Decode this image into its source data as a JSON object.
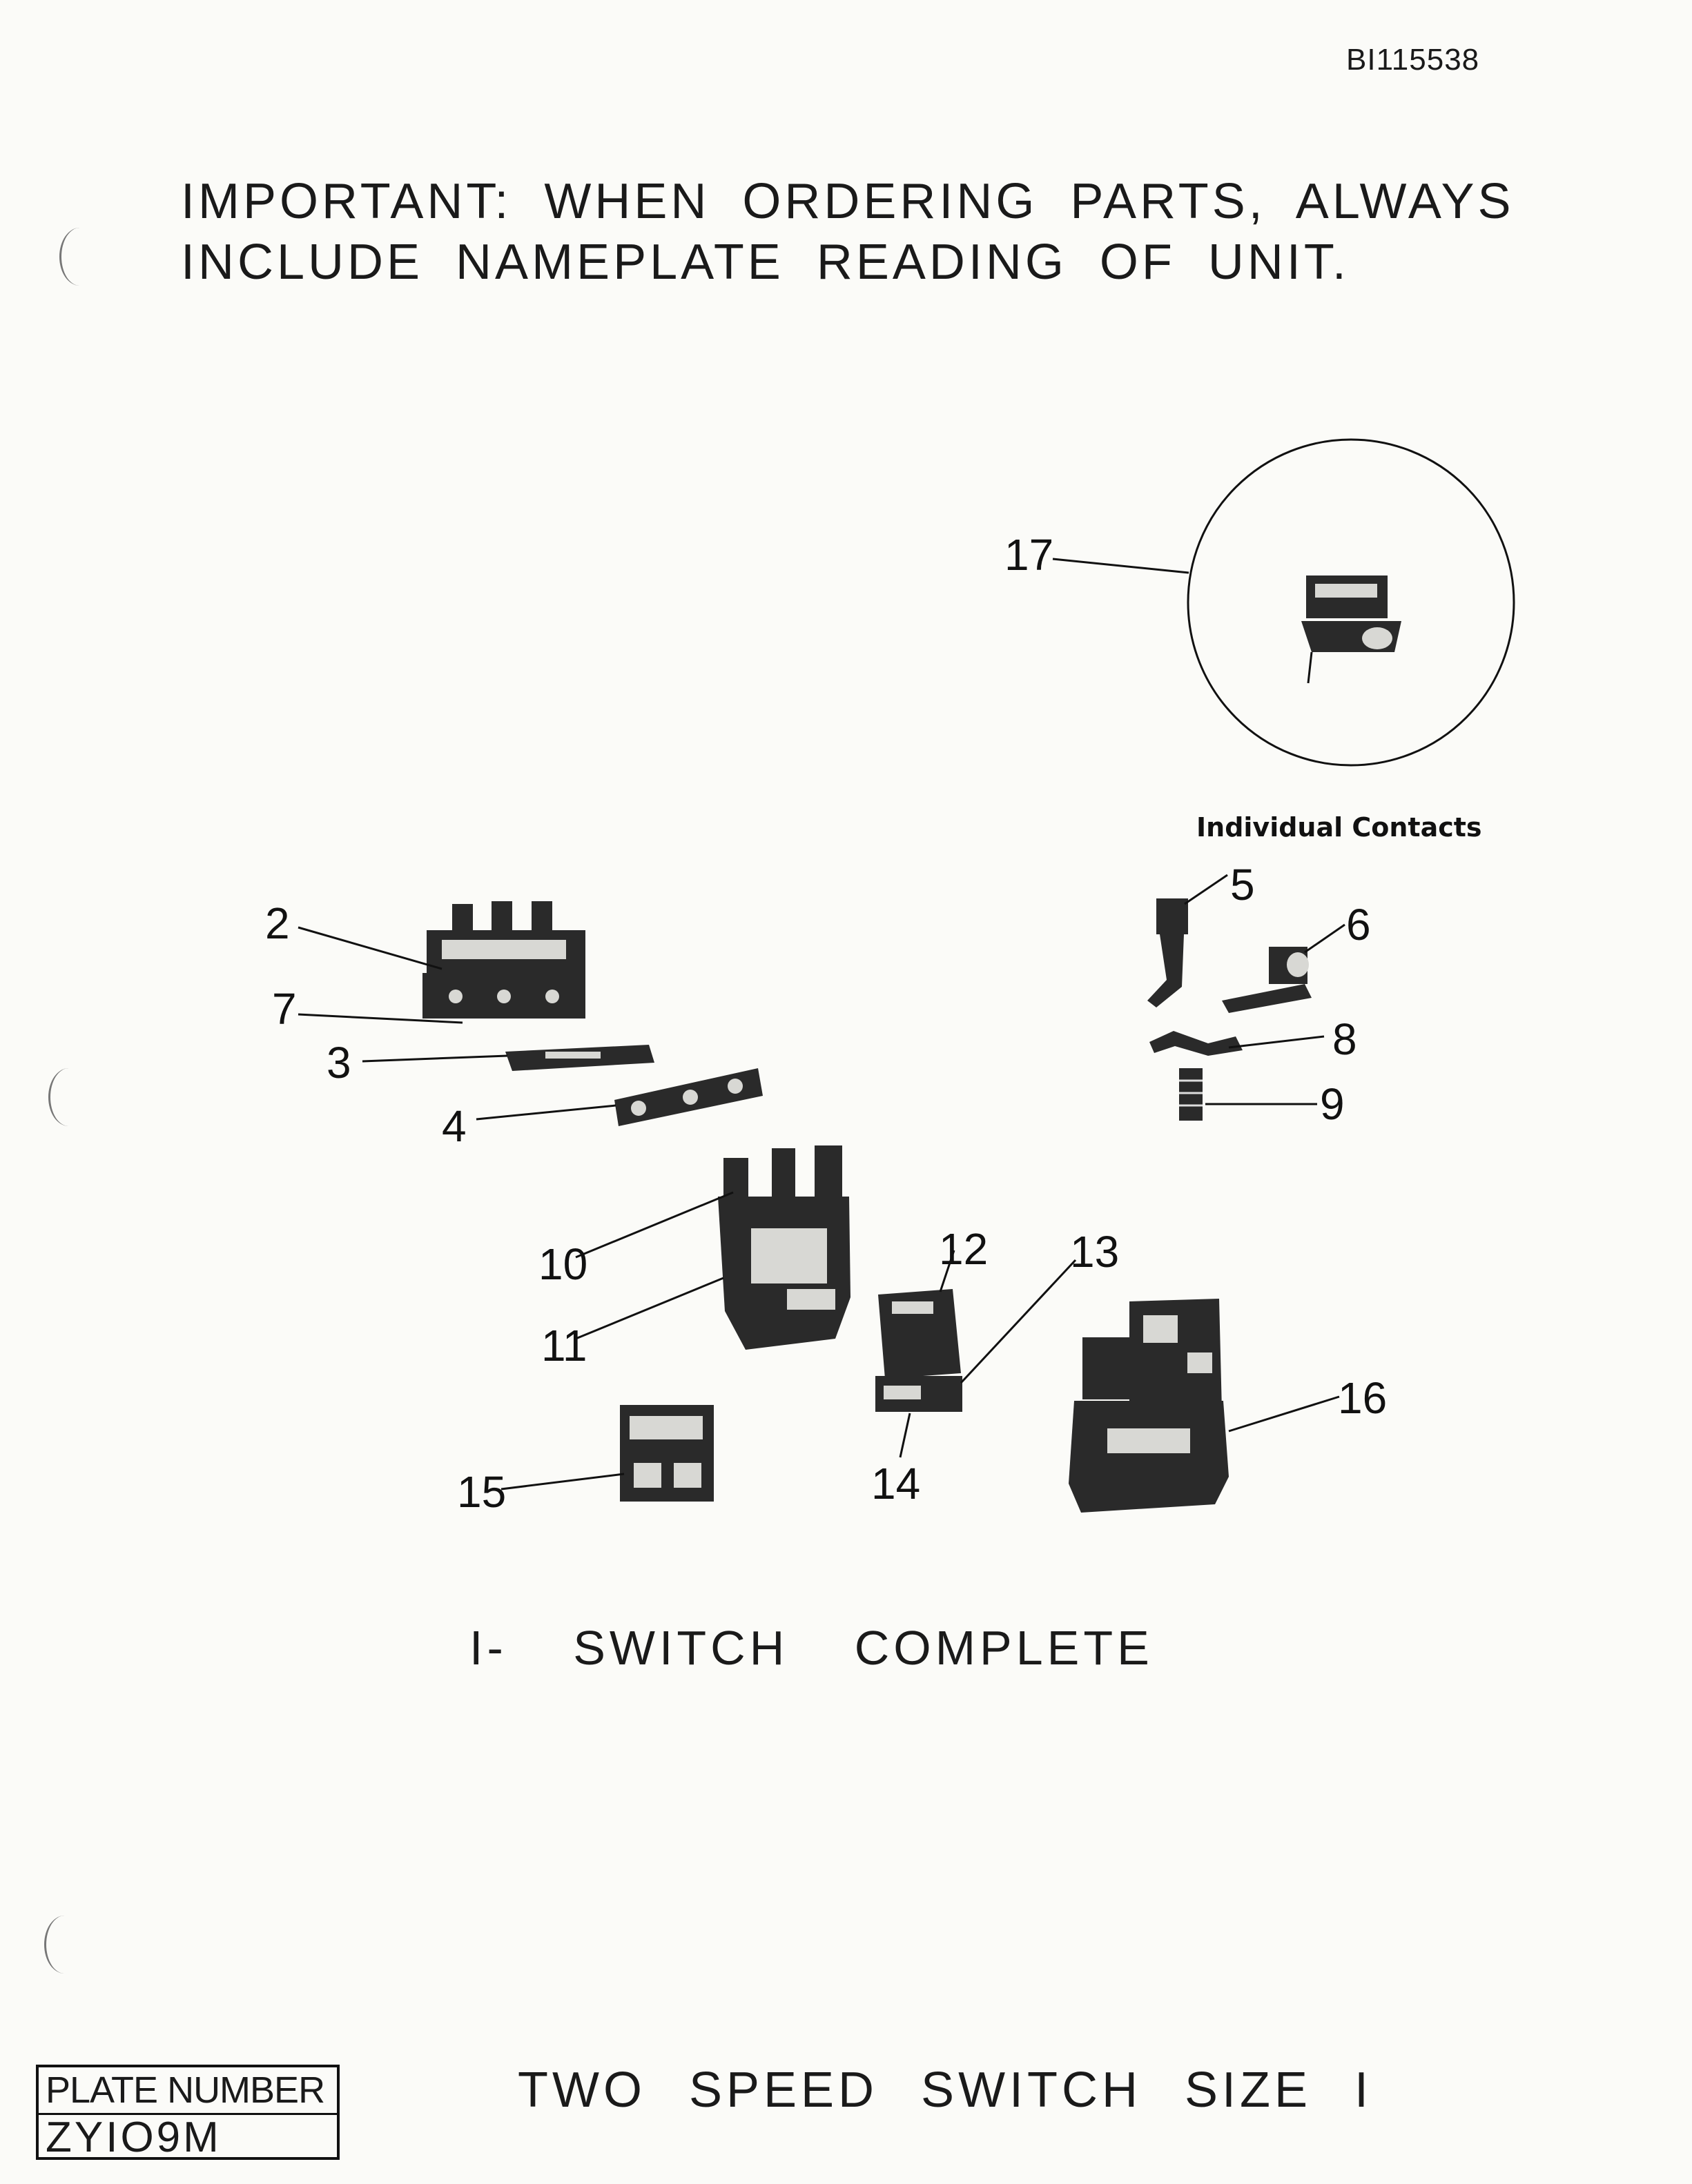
{
  "header": {
    "doc_id": "BI115538",
    "notice_line1": "IMPORTANT: WHEN ORDERING PARTS, ALWAYS",
    "notice_line2": "INCLUDE NAMEPLATE READING OF UNIT."
  },
  "diagram": {
    "contacts_label": "Individual Contacts",
    "callouts": [
      "2",
      "3",
      "4",
      "5",
      "6",
      "7",
      "8",
      "9",
      "10",
      "11",
      "12",
      "13",
      "14",
      "15",
      "16",
      "17"
    ],
    "assembly_title": "I- SWITCH COMPLETE"
  },
  "footer": {
    "plate_label": "PLATE NUMBER",
    "plate_number": "ZYIO9M",
    "product_title": "TWO SPEED SWITCH SIZE I"
  }
}
